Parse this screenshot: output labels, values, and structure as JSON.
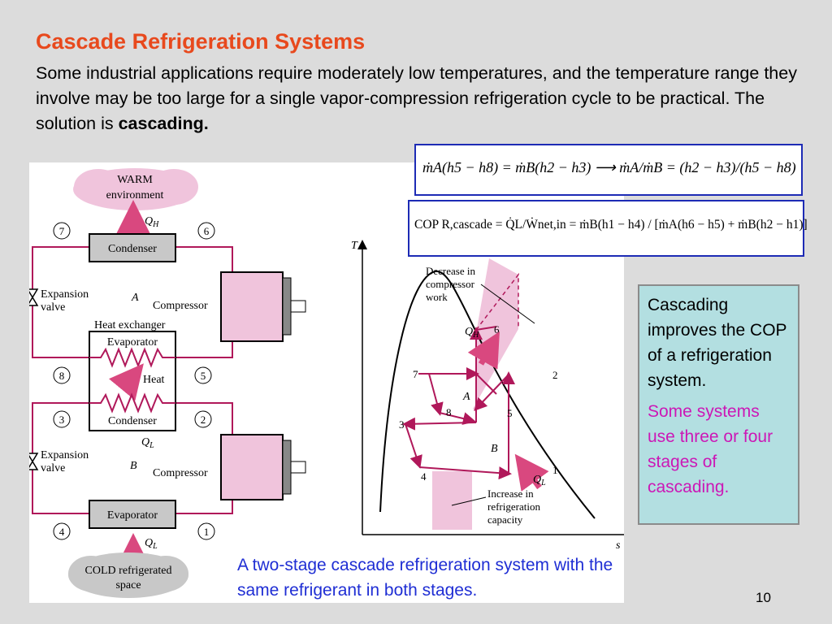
{
  "slide": {
    "title": "Cascade Refrigeration Systems",
    "intro_text": "Some industrial applications require moderately low temperatures, and the temperature range they involve may be too large for a single vapor-compression refrigeration cycle to be practical. The solution is ",
    "intro_bold": "cascading.",
    "caption": "A two-stage cascade refrigeration system with the same refrigerant in both stages.",
    "page_number": "10"
  },
  "equations": {
    "mass_balance": "ṁA(h5 − h8) = ṁB(h2 − h3) ⟶ ṁA/ṁB = (h2 − h3)/(h5 − h8)",
    "cop": "COP R,cascade = Q̇L/Ẇnet,in = ṁB(h1 − h4) / [ṁA(h6 − h5) + ṁB(h2 − h1)]"
  },
  "note": {
    "p1": "Cascading improves the COP of a refrigeration system.",
    "p2": "Some systems use three or four stages of cascading.",
    "p2_color": "#cc17b6"
  },
  "schematic": {
    "warm": [
      "WARM",
      "environment"
    ],
    "cold": [
      "COLD refrigerated",
      "space"
    ],
    "condenser_top": "Condenser",
    "evaporator_bottom": "Evaporator",
    "hx_evaporator": "Evaporator",
    "hx_condenser": "Condenser",
    "heat_exchanger": "Heat exchanger",
    "heat": "Heat",
    "expansion_valve": [
      "Expansion",
      "valve"
    ],
    "compressor": "Compressor",
    "cycle_a": "A",
    "cycle_b": "B",
    "qh": "Q",
    "qh_sub": "H",
    "ql": "Q",
    "ql_sub": "L",
    "states": [
      "1",
      "2",
      "3",
      "4",
      "5",
      "6",
      "7",
      "8"
    ]
  },
  "ts_diagram": {
    "axis_t": "T",
    "axis_s": "s",
    "decrease_label": [
      "Decrease in",
      "compressor",
      "work"
    ],
    "increase_label": [
      "Increase in",
      "refrigeration",
      "capacity"
    ],
    "cycle_a": "A",
    "cycle_b": "B",
    "qh": "Q",
    "qh_sub": "H",
    "ql": "Q",
    "ql_sub": "L",
    "points": [
      "1",
      "2",
      "3",
      "4",
      "5",
      "6",
      "7",
      "8"
    ]
  },
  "colors": {
    "title": "#e8491d",
    "caption": "#1f2ed4",
    "note_bg": "#b3dfe1",
    "equation_border": "#1d2bb5",
    "pipe": "#b0185a",
    "pink_fill": "#f0c4dc",
    "arrow": "#d9487f"
  },
  "icons": [
    "cloud-warm",
    "cloud-cold",
    "expansion-valve",
    "compressor-cylinder",
    "heat-coil",
    "arrow"
  ]
}
